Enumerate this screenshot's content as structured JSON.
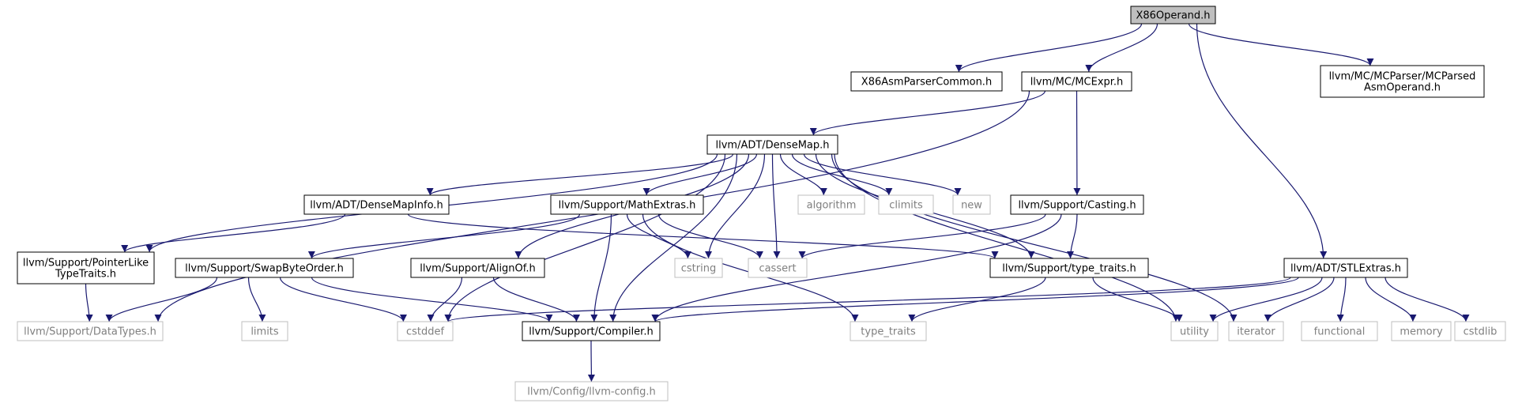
{
  "graph": {
    "nodes": [
      {
        "id": "x86operand",
        "name": "node-x86operand-h",
        "lines": [
          "X86Operand.h"
        ],
        "style": "root"
      },
      {
        "id": "asmparsercommon",
        "name": "node-x86asmparsercommon-h",
        "lines": [
          "X86AsmParserCommon.h"
        ],
        "style": "box"
      },
      {
        "id": "mcexpr",
        "name": "node-llvm-mc-mcexpr-h",
        "lines": [
          "llvm/MC/MCExpr.h"
        ],
        "style": "box"
      },
      {
        "id": "mcparsed",
        "name": "node-llvm-mc-mcparser-mcparsedasmoperand-h",
        "lines": [
          "llvm/MC/MCParser/MCParsed",
          "AsmOperand.h"
        ],
        "style": "box"
      },
      {
        "id": "densemap",
        "name": "node-llvm-adt-densemap-h",
        "lines": [
          "llvm/ADT/DenseMap.h"
        ],
        "style": "box"
      },
      {
        "id": "densemapinfo",
        "name": "node-llvm-adt-densemapinfo-h",
        "lines": [
          "llvm/ADT/DenseMapInfo.h"
        ],
        "style": "box"
      },
      {
        "id": "mathextras",
        "name": "node-llvm-support-mathextras-h",
        "lines": [
          "llvm/Support/MathExtras.h"
        ],
        "style": "box"
      },
      {
        "id": "algorithm",
        "name": "node-algorithm",
        "lines": [
          "algorithm"
        ],
        "style": "ext"
      },
      {
        "id": "climits",
        "name": "node-climits",
        "lines": [
          "climits"
        ],
        "style": "ext"
      },
      {
        "id": "new",
        "name": "node-new",
        "lines": [
          "new"
        ],
        "style": "ext"
      },
      {
        "id": "casting",
        "name": "node-llvm-support-casting-h",
        "lines": [
          "llvm/Support/Casting.h"
        ],
        "style": "box"
      },
      {
        "id": "pointerlike",
        "name": "node-llvm-support-pointerliketypetraits-h",
        "lines": [
          "llvm/Support/PointerLike",
          "TypeTraits.h"
        ],
        "style": "box"
      },
      {
        "id": "swapbyte",
        "name": "node-llvm-support-swapbyteorder-h",
        "lines": [
          "llvm/Support/SwapByteOrder.h"
        ],
        "style": "box"
      },
      {
        "id": "alignof",
        "name": "node-llvm-support-alignof-h",
        "lines": [
          "llvm/Support/AlignOf.h"
        ],
        "style": "box"
      },
      {
        "id": "cstring",
        "name": "node-cstring",
        "lines": [
          "cstring"
        ],
        "style": "ext"
      },
      {
        "id": "cassert",
        "name": "node-cassert",
        "lines": [
          "cassert"
        ],
        "style": "ext"
      },
      {
        "id": "typetraitsh",
        "name": "node-llvm-support-type-traits-h",
        "lines": [
          "llvm/Support/type_traits.h"
        ],
        "style": "box"
      },
      {
        "id": "stlextras",
        "name": "node-llvm-adt-stlextras-h",
        "lines": [
          "llvm/ADT/STLExtras.h"
        ],
        "style": "box"
      },
      {
        "id": "datatypes",
        "name": "node-llvm-support-datatypes-h",
        "lines": [
          "llvm/Support/DataTypes.h"
        ],
        "style": "ext"
      },
      {
        "id": "limits",
        "name": "node-limits",
        "lines": [
          "limits"
        ],
        "style": "ext"
      },
      {
        "id": "cstddef",
        "name": "node-cstddef",
        "lines": [
          "cstddef"
        ],
        "style": "ext"
      },
      {
        "id": "compiler",
        "name": "node-llvm-support-compiler-h",
        "lines": [
          "llvm/Support/Compiler.h"
        ],
        "style": "box"
      },
      {
        "id": "type_traits",
        "name": "node-type-traits",
        "lines": [
          "type_traits"
        ],
        "style": "ext"
      },
      {
        "id": "utility",
        "name": "node-utility",
        "lines": [
          "utility"
        ],
        "style": "ext"
      },
      {
        "id": "iterator",
        "name": "node-iterator",
        "lines": [
          "iterator"
        ],
        "style": "ext"
      },
      {
        "id": "functional",
        "name": "node-functional",
        "lines": [
          "functional"
        ],
        "style": "ext"
      },
      {
        "id": "memory",
        "name": "node-memory",
        "lines": [
          "memory"
        ],
        "style": "ext"
      },
      {
        "id": "cstdlib",
        "name": "node-cstdlib",
        "lines": [
          "cstdlib"
        ],
        "style": "ext"
      },
      {
        "id": "llvmconfig",
        "name": "node-llvm-config-llvm-config-h",
        "lines": [
          "llvm/Config/llvm-config.h"
        ],
        "style": "ext"
      }
    ],
    "edges": [
      [
        "x86operand",
        "asmparsercommon"
      ],
      [
        "x86operand",
        "mcexpr"
      ],
      [
        "x86operand",
        "mcparsed"
      ],
      [
        "x86operand",
        "stlextras"
      ],
      [
        "mcexpr",
        "densemap"
      ],
      [
        "mcexpr",
        "casting"
      ],
      [
        "mcexpr",
        "datatypes"
      ],
      [
        "densemap",
        "densemapinfo"
      ],
      [
        "densemap",
        "mathextras"
      ],
      [
        "densemap",
        "algorithm"
      ],
      [
        "densemap",
        "climits"
      ],
      [
        "densemap",
        "new"
      ],
      [
        "densemap",
        "pointerlike"
      ],
      [
        "densemap",
        "alignof"
      ],
      [
        "densemap",
        "cstring"
      ],
      [
        "densemap",
        "cassert"
      ],
      [
        "densemap",
        "typetraitsh"
      ],
      [
        "densemap",
        "compiler"
      ],
      [
        "densemap",
        "cstddef"
      ],
      [
        "densemap",
        "utility"
      ],
      [
        "densemap",
        "iterator"
      ],
      [
        "densemapinfo",
        "pointerlike"
      ],
      [
        "densemapinfo",
        "typetraitsh"
      ],
      [
        "mathextras",
        "swapbyte"
      ],
      [
        "mathextras",
        "cstring"
      ],
      [
        "mathextras",
        "cassert"
      ],
      [
        "mathextras",
        "compiler"
      ],
      [
        "mathextras",
        "type_traits"
      ],
      [
        "casting",
        "cassert"
      ],
      [
        "casting",
        "typetraitsh"
      ],
      [
        "casting",
        "compiler"
      ],
      [
        "pointerlike",
        "datatypes"
      ],
      [
        "swapbyte",
        "datatypes"
      ],
      [
        "swapbyte",
        "limits"
      ],
      [
        "swapbyte",
        "cstddef"
      ],
      [
        "swapbyte",
        "compiler"
      ],
      [
        "alignof",
        "cstddef"
      ],
      [
        "alignof",
        "compiler"
      ],
      [
        "typetraitsh",
        "type_traits"
      ],
      [
        "typetraitsh",
        "utility"
      ],
      [
        "stlextras",
        "compiler"
      ],
      [
        "stlextras",
        "cstddef"
      ],
      [
        "stlextras",
        "utility"
      ],
      [
        "stlextras",
        "iterator"
      ],
      [
        "stlextras",
        "functional"
      ],
      [
        "stlextras",
        "memory"
      ],
      [
        "stlextras",
        "cstdlib"
      ],
      [
        "compiler",
        "llvmconfig"
      ]
    ],
    "colors": {
      "edge": "#191970",
      "root_fill": "#bfbfbf",
      "box_border": "#000000",
      "ext_border": "#bfbfbf",
      "ext_text": "#7f7f7f",
      "text": "#000000"
    }
  }
}
